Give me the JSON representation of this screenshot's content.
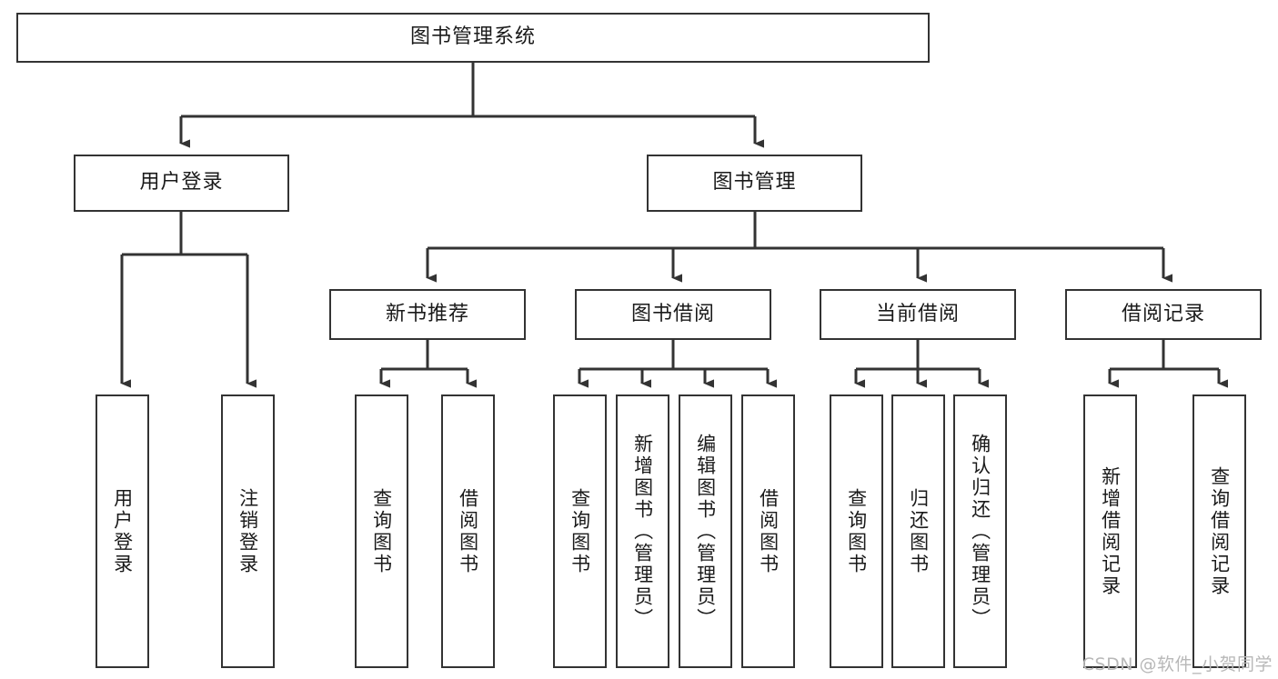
{
  "diagram": {
    "type": "tree",
    "title": "图书管理系统",
    "orientation": "top-down",
    "edge_style": "orthogonal-arrow",
    "colors": {
      "box_border": "#333333",
      "box_fill": "#ffffff",
      "text": "#1a1a1a",
      "edge": "#333333",
      "watermark": "#b8b8b8",
      "background": "#ffffff"
    },
    "root": {
      "id": "root",
      "label": "图书管理系统"
    },
    "level2": [
      {
        "id": "n-user-login",
        "label": "用户登录"
      },
      {
        "id": "n-book-manage",
        "label": "图书管理"
      }
    ],
    "level3": [
      {
        "id": "n-new-book-rec",
        "label": "新书推荐",
        "parent": "n-book-manage"
      },
      {
        "id": "n-book-borrow",
        "label": "图书借阅",
        "parent": "n-book-manage"
      },
      {
        "id": "n-current-borrow",
        "label": "当前借阅",
        "parent": "n-book-manage"
      },
      {
        "id": "n-borrow-record",
        "label": "借阅记录",
        "parent": "n-book-manage"
      }
    ],
    "leaves": [
      {
        "id": "l-user-login",
        "label": "用户登录",
        "parent": "n-user-login"
      },
      {
        "id": "l-user-logout",
        "label": "注销登录",
        "parent": "n-user-login"
      },
      {
        "id": "l-query-book-1",
        "label": "查询图书",
        "parent": "n-new-book-rec"
      },
      {
        "id": "l-borrow-book-1",
        "label": "借阅图书",
        "parent": "n-new-book-rec"
      },
      {
        "id": "l-query-book-2",
        "label": "查询图书",
        "parent": "n-book-borrow"
      },
      {
        "id": "l-add-book",
        "label": "新增图书（管理员）",
        "parent": "n-book-borrow"
      },
      {
        "id": "l-edit-book",
        "label": "编辑图书（管理员）",
        "parent": "n-book-borrow"
      },
      {
        "id": "l-borrow-book-2",
        "label": "借阅图书",
        "parent": "n-book-borrow"
      },
      {
        "id": "l-query-book-3",
        "label": "查询图书",
        "parent": "n-current-borrow"
      },
      {
        "id": "l-return-book",
        "label": "归还图书",
        "parent": "n-current-borrow"
      },
      {
        "id": "l-confirm-return",
        "label": "确认归还（管理员）",
        "parent": "n-current-borrow"
      },
      {
        "id": "l-add-record",
        "label": "新增借阅记录",
        "parent": "n-borrow-record"
      },
      {
        "id": "l-query-record",
        "label": "查询借阅记录",
        "parent": "n-borrow-record"
      }
    ],
    "watermark": "CSDN @软件_小贺同学"
  }
}
